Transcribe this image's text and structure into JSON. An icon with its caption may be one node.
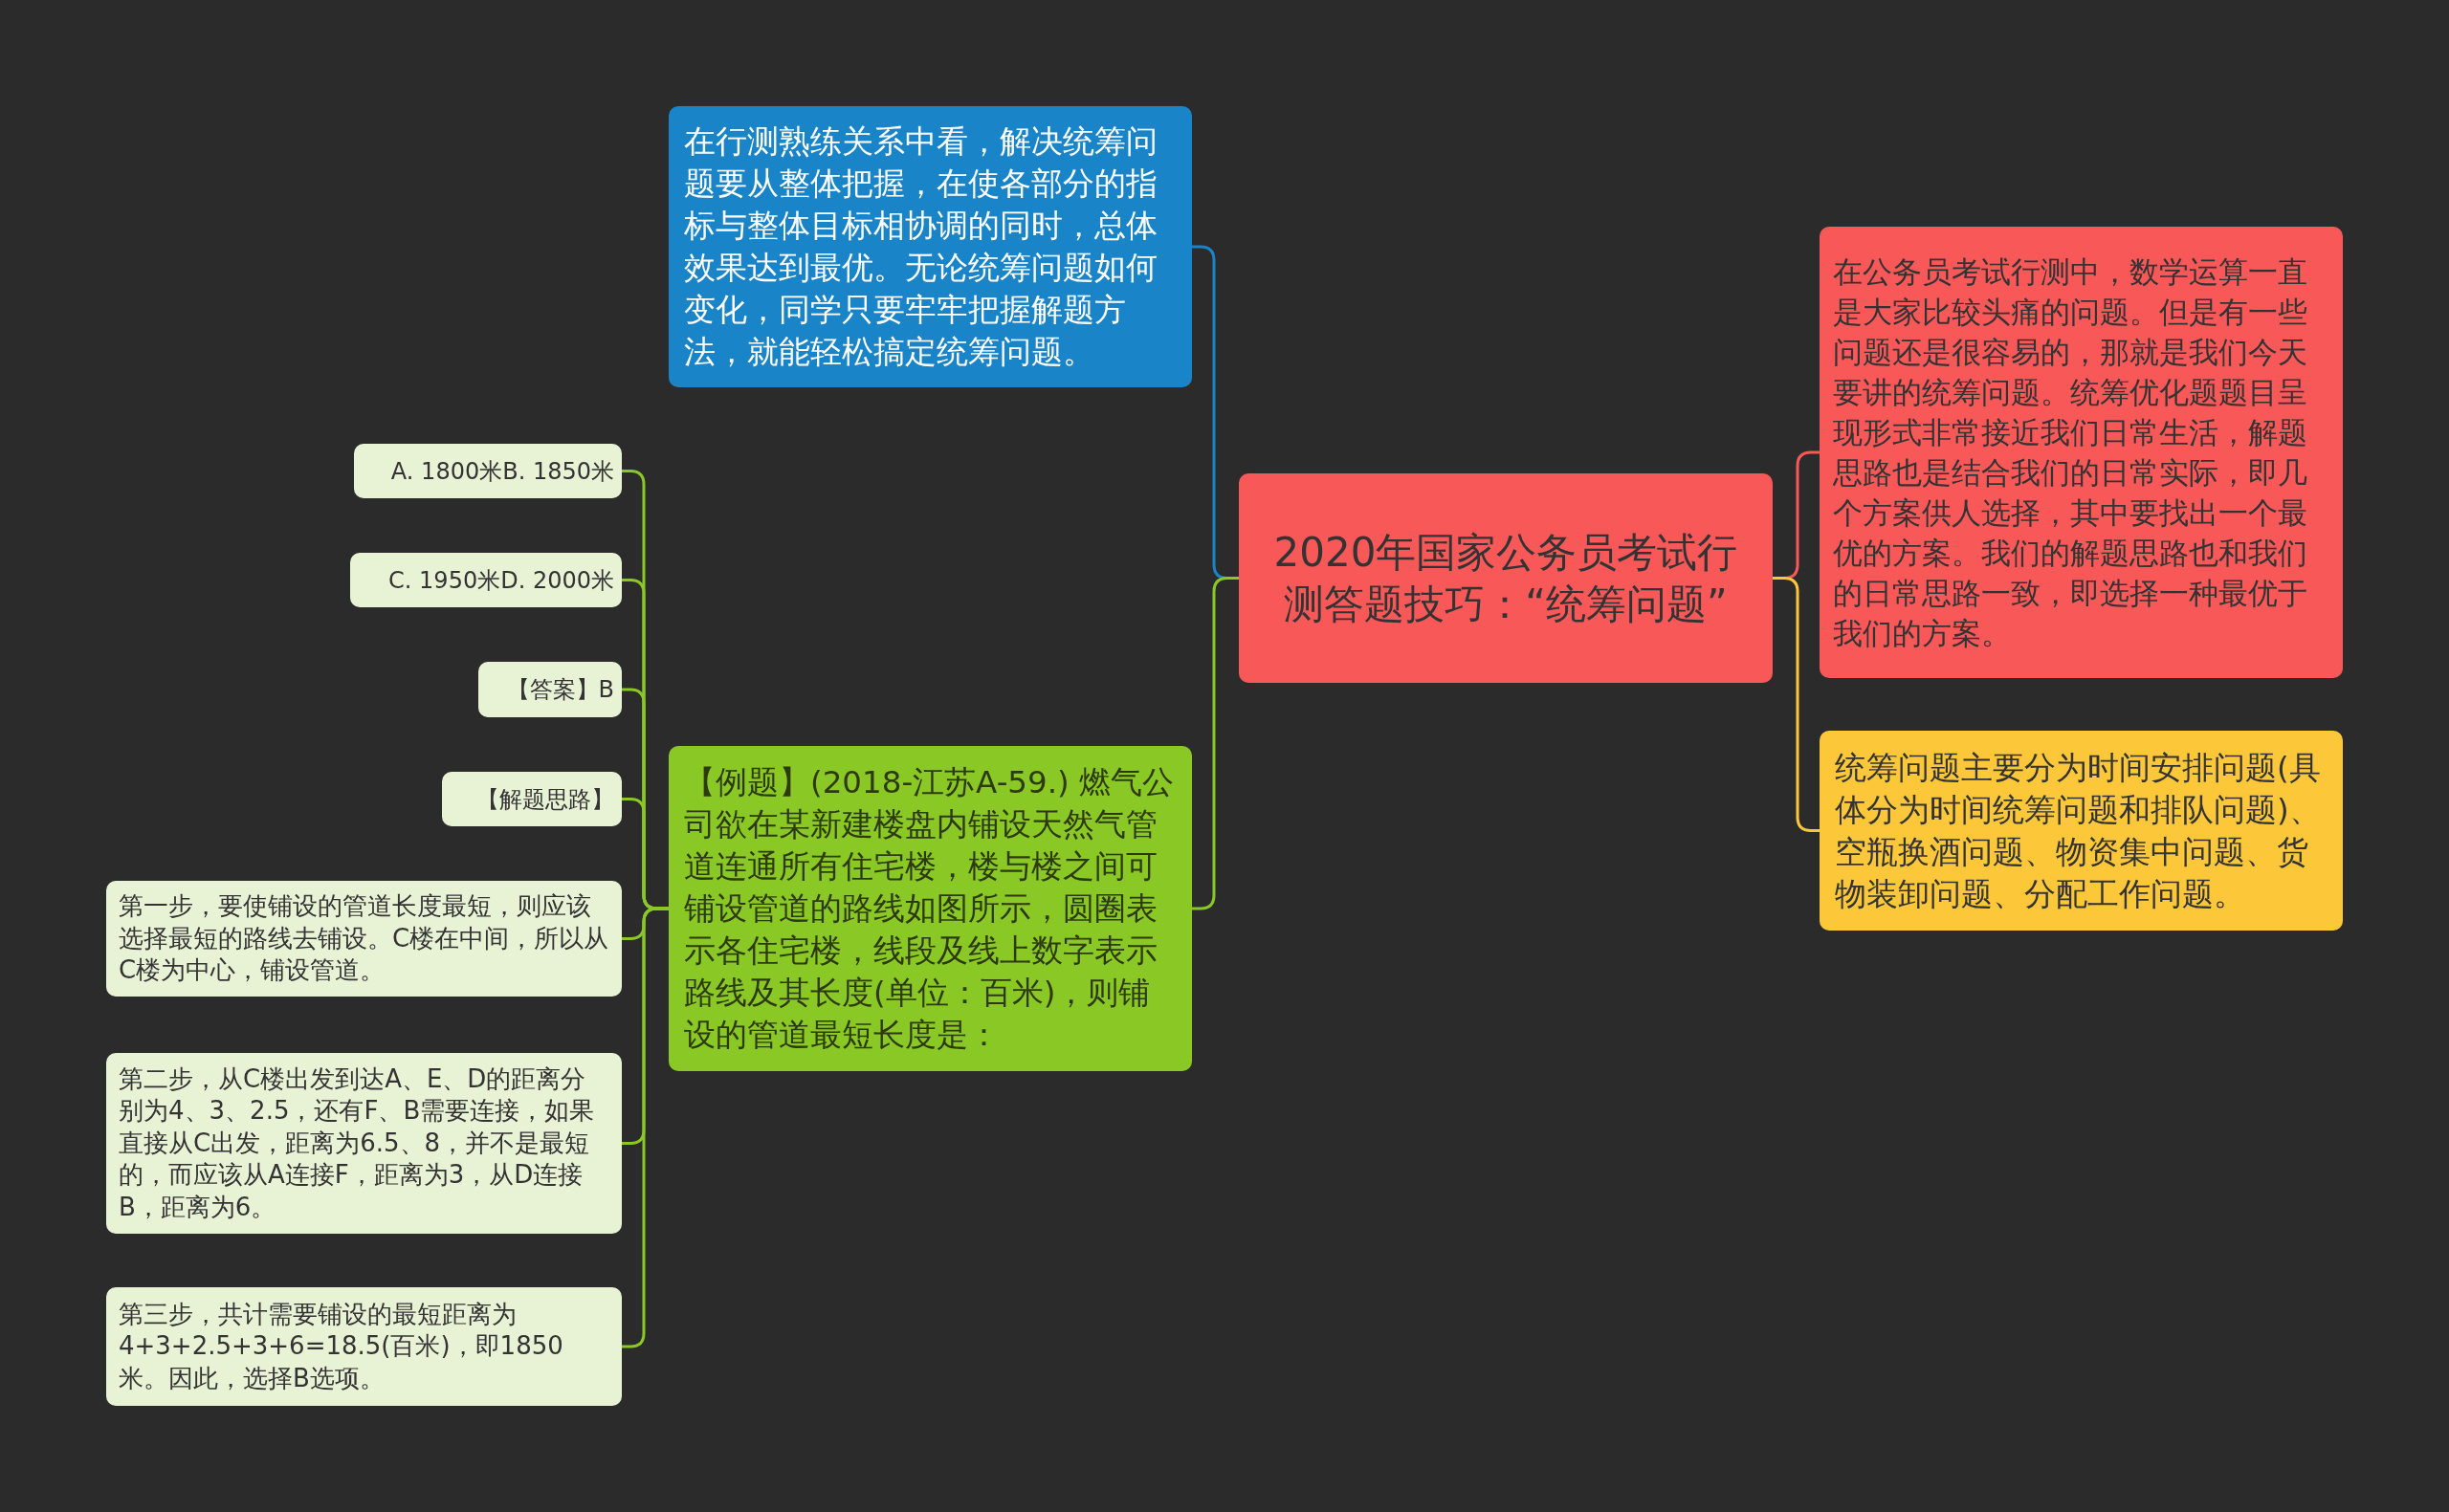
{
  "diagram": {
    "nodes": [
      {
        "text": [
          "2020年国家公务员考试行测答题技巧：“统筹问题”"
        ]
      },
      {
        "text": [
          "在行测熟练关系中看，解决统筹问题要从整体把握，在使各部分的指标与整体目标相协调的同时，总体效果达到最优。无论统筹问题如何变化，同学只要牢牢把握解题方法，就能轻松搞定统筹问题。"
        ]
      },
      {
        "text": [
          "【例题】(2018-江苏A-59.) 燃气公司欲在某新建楼盘内铺设天然气管道连通所有住宅楼，楼与楼之间可铺设管道的路线如图所示，圆圈表示各住宅楼，线段及线上数字表示路线及其长度(单位：百米)，则铺设的管道最短长度是："
        ]
      },
      {
        "text": [
          "A. 1800米B. 1850米"
        ]
      },
      {
        "text": [
          "C. 1950米D. 2000米"
        ]
      },
      {
        "text": [
          "【答案】B"
        ]
      },
      {
        "text": [
          "【解题思路】"
        ]
      },
      {
        "text": [
          "第一步，要使铺设的管道长度最短，则应该选择最短的路线去铺设。C楼在中间，所以从C楼为中心，铺设管道。"
        ]
      },
      {
        "text": [
          "第二步，从C楼出发到达A、E、D的距离分别为4、3、2.5，还有F、B需要连接，如果直接从C出发，距离为6.5、8，并不是最短的，而应该从A连接F，距离为3，从D连接B，距离为6。"
        ]
      },
      {
        "text": [
          "第三步，共计需要铺设的最短距离为4+3+2.5+3+6=18.5(百米)，即1850米。因此，选择B选项。"
        ]
      },
      {
        "text": [
          "在公务员考试行测中，数学运算一直是大家比较头痛的问题。但是有一些问题还是很容易的，那就是我们今天要讲的统筹问题。统筹优化题题目呈现形式非常接近我们日常生活，解题思路也是结合我们的日常实际，即几个方案供人选择，其中要找出一个最优的方案。我们的解题思路也和我们的日常思路一致，即选择一种最优于我们的方案。"
        ]
      },
      {
        "text": [
          "统筹问题主要分为时间安排问题(具体分为时间统筹问题和排队问题)、空瓶换酒问题、物资集中问题、货物装卸问题、分配工作问题。"
        ]
      }
    ],
    "edges": [
      {
        "from": 0,
        "to": 1,
        "arrow": "none",
        "color": "#1a84c8"
      },
      {
        "from": 0,
        "to": 2,
        "arrow": "none"
      },
      {
        "from": 2,
        "to": 3,
        "arrow": "none"
      },
      {
        "from": 2,
        "to": 4,
        "arrow": "none"
      },
      {
        "from": 2,
        "to": 5,
        "arrow": "none"
      },
      {
        "from": 2,
        "to": 6,
        "arrow": "none"
      },
      {
        "from": 2,
        "to": 7,
        "arrow": "none"
      },
      {
        "from": 2,
        "to": 8,
        "arrow": "none"
      },
      {
        "from": 2,
        "to": 9,
        "arrow": "none"
      },
      {
        "from": 0,
        "to": 10,
        "arrow": "none",
        "color": "#f95858"
      },
      {
        "from": 0,
        "to": 11,
        "arrow": "none",
        "color": "#fcc83a"
      }
    ]
  }
}
